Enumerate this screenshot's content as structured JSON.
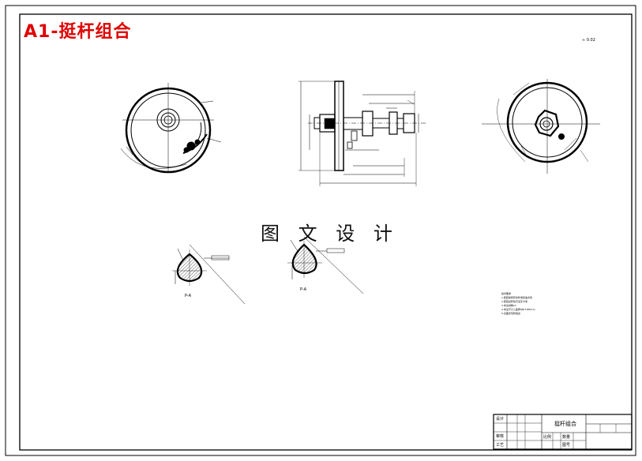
{
  "title": "A1-挺杆组合",
  "watermark": "图 文 设 计",
  "corner_mark": "≈ 0.02",
  "section_labels": {
    "left": "P-A",
    "right": "P-A"
  },
  "title_block": {
    "part_name": "挺杆组合",
    "row_labels": [
      "设计",
      "审核",
      "工艺"
    ],
    "col_labels": [
      "比例",
      "数量",
      "图号"
    ]
  },
  "notes": [
    "技术要求",
    "1.装配前所有零件用煤油清洗",
    "2.装配后转动灵活无卡滞",
    "3.未注倒角C1",
    "4.未注尺寸公差按GB/T1804-m",
    "5.表面去毛刺锐边"
  ],
  "colors": {
    "title": "#e00000",
    "line": "#000000",
    "background": "#ffffff"
  }
}
